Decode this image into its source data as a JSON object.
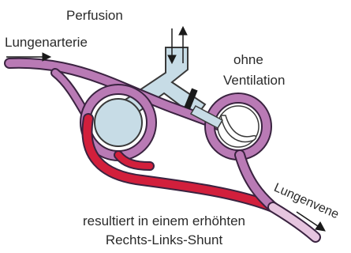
{
  "labels": {
    "perfusion": "Perfusion",
    "lungenarterie": "Lungenarterie",
    "ohne": "ohne",
    "ventilation": "Ventilation",
    "lungenvene": "Lungenvene",
    "result_line1": "resultiert in einem erhöhten",
    "result_line2": "Rechts-Links-Shunt"
  },
  "colors": {
    "vessel_purple": "#b97ab5",
    "vessel_outline": "#3a2340",
    "alveolus_blue": "#c7dce6",
    "shunt_red": "#d21f3c",
    "vein_pink": "#e6c5df",
    "text": "#2a2a2a"
  }
}
